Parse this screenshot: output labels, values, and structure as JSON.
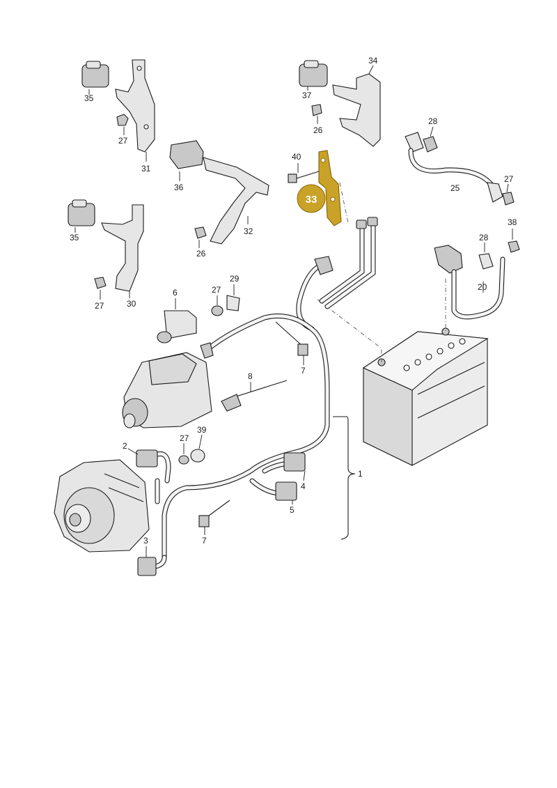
{
  "highlight": {
    "label": "33",
    "fill": "#C9A227",
    "stroke": "#8A6A10"
  },
  "labels": {
    "p1": "1",
    "p2": "2",
    "p3": "3",
    "p4": "4",
    "p5": "5",
    "p6": "6",
    "p7a": "7",
    "p7b": "7",
    "p8": "8",
    "p20": "20",
    "p25": "25",
    "p26a": "26",
    "p26b": "26",
    "p27a": "27",
    "p27b": "27",
    "p27c": "27",
    "p27d": "27",
    "p27e": "27",
    "p28a": "28",
    "p28b": "28",
    "p29": "29",
    "p30": "30",
    "p31": "31",
    "p32": "32",
    "p34": "34",
    "p35a": "35",
    "p35b": "35",
    "p36": "36",
    "p37": "37",
    "p38": "38",
    "p39": "39",
    "p40": "40"
  },
  "colors": {
    "line": "#1a1a1a",
    "part_fill": "#e6e6e6",
    "part_fill_dark": "#c8c8c8"
  }
}
